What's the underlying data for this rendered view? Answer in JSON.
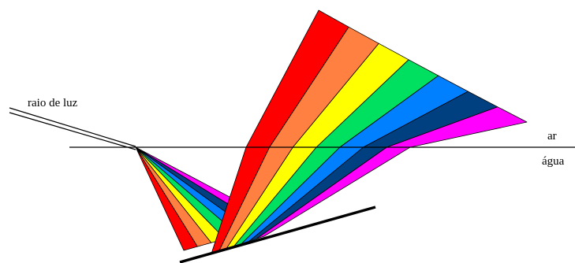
{
  "labels": {
    "light_ray": "raio de luz",
    "air": "ar",
    "water": "água"
  },
  "spectrum_colors": [
    {
      "name": "red",
      "hex": "#ff0000"
    },
    {
      "name": "orange",
      "hex": "#ff8040"
    },
    {
      "name": "yellow",
      "hex": "#ffff00"
    },
    {
      "name": "green",
      "hex": "#00e060"
    },
    {
      "name": "blue",
      "hex": "#0080ff"
    },
    {
      "name": "dark-blue",
      "hex": "#004080"
    },
    {
      "name": "magenta",
      "hex": "#ff00ff"
    }
  ],
  "line_color": "#000000"
}
